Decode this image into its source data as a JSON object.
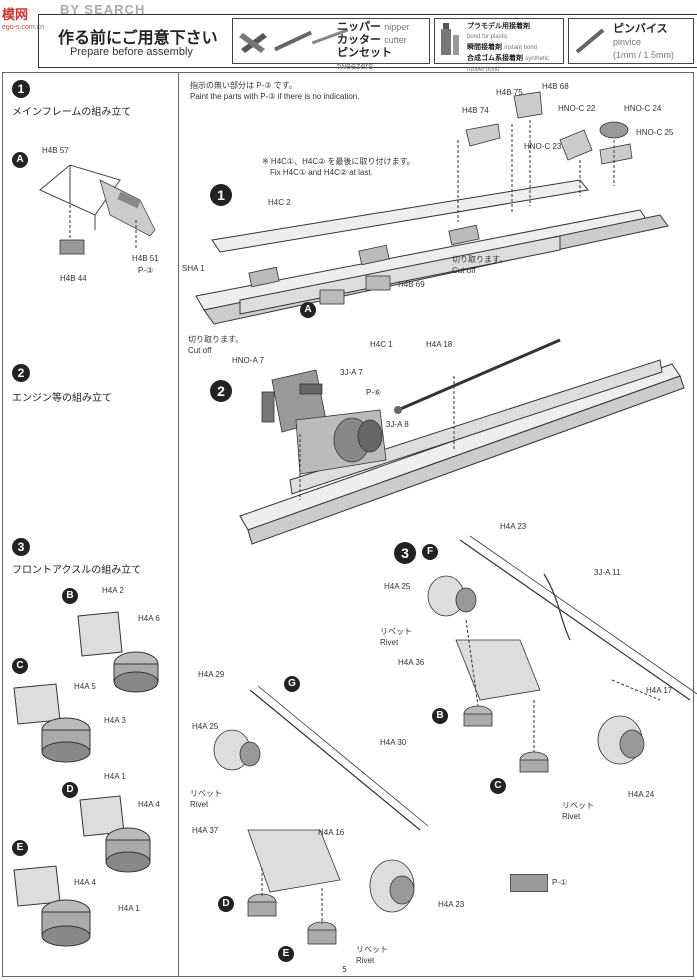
{
  "logo": {
    "text": "模网",
    "sub": "ego-s.com.cn"
  },
  "watermark": "BY SEARCH",
  "header": {
    "title": "作る前にご用意下さい",
    "subtitle": "Prepare before assembly",
    "tools": [
      {
        "jp1": "ニッパー",
        "en1": "nipper",
        "jp2": "カッター",
        "en2": "cutter",
        "jp3": "ピンセット",
        "en3": "tweezers"
      },
      {
        "line1": "プラモデル用接着剤",
        "line1en": "bond for plastic",
        "line2": "瞬間接着剤",
        "line2en": "instant bond",
        "line3": "合成ゴム系接着剤",
        "line3en": "synthetic rubber bond"
      },
      {
        "jp": "ピンバイス",
        "en": "pinvice",
        "sub": "(1mm / 1.5mm)"
      }
    ]
  },
  "left": {
    "step1": {
      "num": "1",
      "title": "メインフレームの組み立て"
    },
    "step2": {
      "num": "2",
      "title": "エンジン等の組み立て"
    },
    "step3": {
      "num": "3",
      "title": "フロントアクスルの組み立て"
    },
    "subA": {
      "letter": "A",
      "parts": [
        "H4B 57",
        "H4B 51",
        "H4B 44"
      ],
      "paint": "P-③"
    },
    "subB": {
      "letter": "B",
      "parts": [
        "H4A 2",
        "H4A 6"
      ]
    },
    "subC": {
      "letter": "C",
      "parts": [
        "H4A 5",
        "H4A 3"
      ]
    },
    "subD": {
      "letter": "D",
      "parts": [
        "H4A 1",
        "H4A 4"
      ]
    },
    "subE": {
      "letter": "E",
      "parts": [
        "H4A 4",
        "H4A 1"
      ]
    }
  },
  "main": {
    "paint_note_jp": "指示の無い部分は P-③ です。",
    "paint_note_en": "Paint the parts with P-③ if there is no indication.",
    "step1": {
      "num": "1",
      "note_jp": "※ H4C①、H4C② を最後に取り付けます。",
      "note_en": "Fix H4C① and H4C② at last.",
      "cut1_jp": "切り取ります。",
      "cut1_en": "Cut off",
      "cut2_jp": "切り取ります。",
      "cut2_en": "Cut off",
      "labels": [
        "H4B 75",
        "H4B 68",
        "H4B 74",
        "HNO-C 22",
        "HNO-C 24",
        "HNO-C 25",
        "HNO-C 23",
        "H4C 2",
        "SHA 1",
        "H4B 69",
        "H4C 1"
      ],
      "letterA": "A"
    },
    "step2": {
      "num": "2",
      "labels": [
        "HNO-A 7",
        "3J-A 7",
        "P-⑥",
        "3J-A 8",
        "H4A 18"
      ]
    },
    "step3F": {
      "num": "3",
      "letter": "F",
      "labels": [
        "H4A 23",
        "H4A 25",
        "3J-A 11",
        "H4A 36",
        "H4A 17",
        "H4A 24"
      ],
      "rivet_jp": "リベット",
      "rivet_en": "Rivet",
      "rivet2_jp": "リベット",
      "rivet2_en": "Rivet",
      "letterB": "B",
      "letterC": "C"
    },
    "step3G": {
      "letter": "G",
      "labels": [
        "H4A 29",
        "H4A 25",
        "H4A 30",
        "H4A 37",
        "H4A 16",
        "H4A 23"
      ],
      "rivet_jp": "リベット",
      "rivet_en": "Rivet",
      "rivet2_jp": "リベット",
      "rivet2_en": "Rivet",
      "letterD": "D",
      "letterE": "E"
    },
    "paint_swatch_label": "P-①"
  },
  "page_number": "5"
}
